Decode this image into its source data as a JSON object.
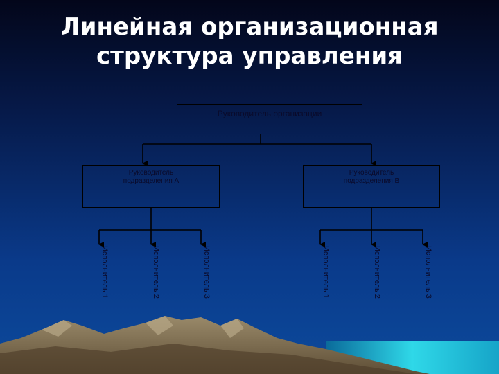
{
  "title": {
    "line1": "Линейная организационная",
    "line2": "структура управления"
  },
  "org_chart": {
    "head": "Руководитель организации",
    "units": [
      {
        "manager_line1": "Руководитель",
        "manager_line2": "подразделения А",
        "executors": [
          "Исполнитель 1",
          "Исполнитель 2",
          "Исполнитель 3"
        ]
      },
      {
        "manager_line1": "Руководитель",
        "manager_line2": "подразделения В",
        "executors": [
          "Исполнитель 1",
          "Исполнитель 2",
          "Исполнитель 3"
        ]
      }
    ]
  },
  "colors": {
    "text": "#0a0a2a",
    "lines": "#000000",
    "mountain": "#7a6a4e",
    "water": "#2fd8e8"
  }
}
